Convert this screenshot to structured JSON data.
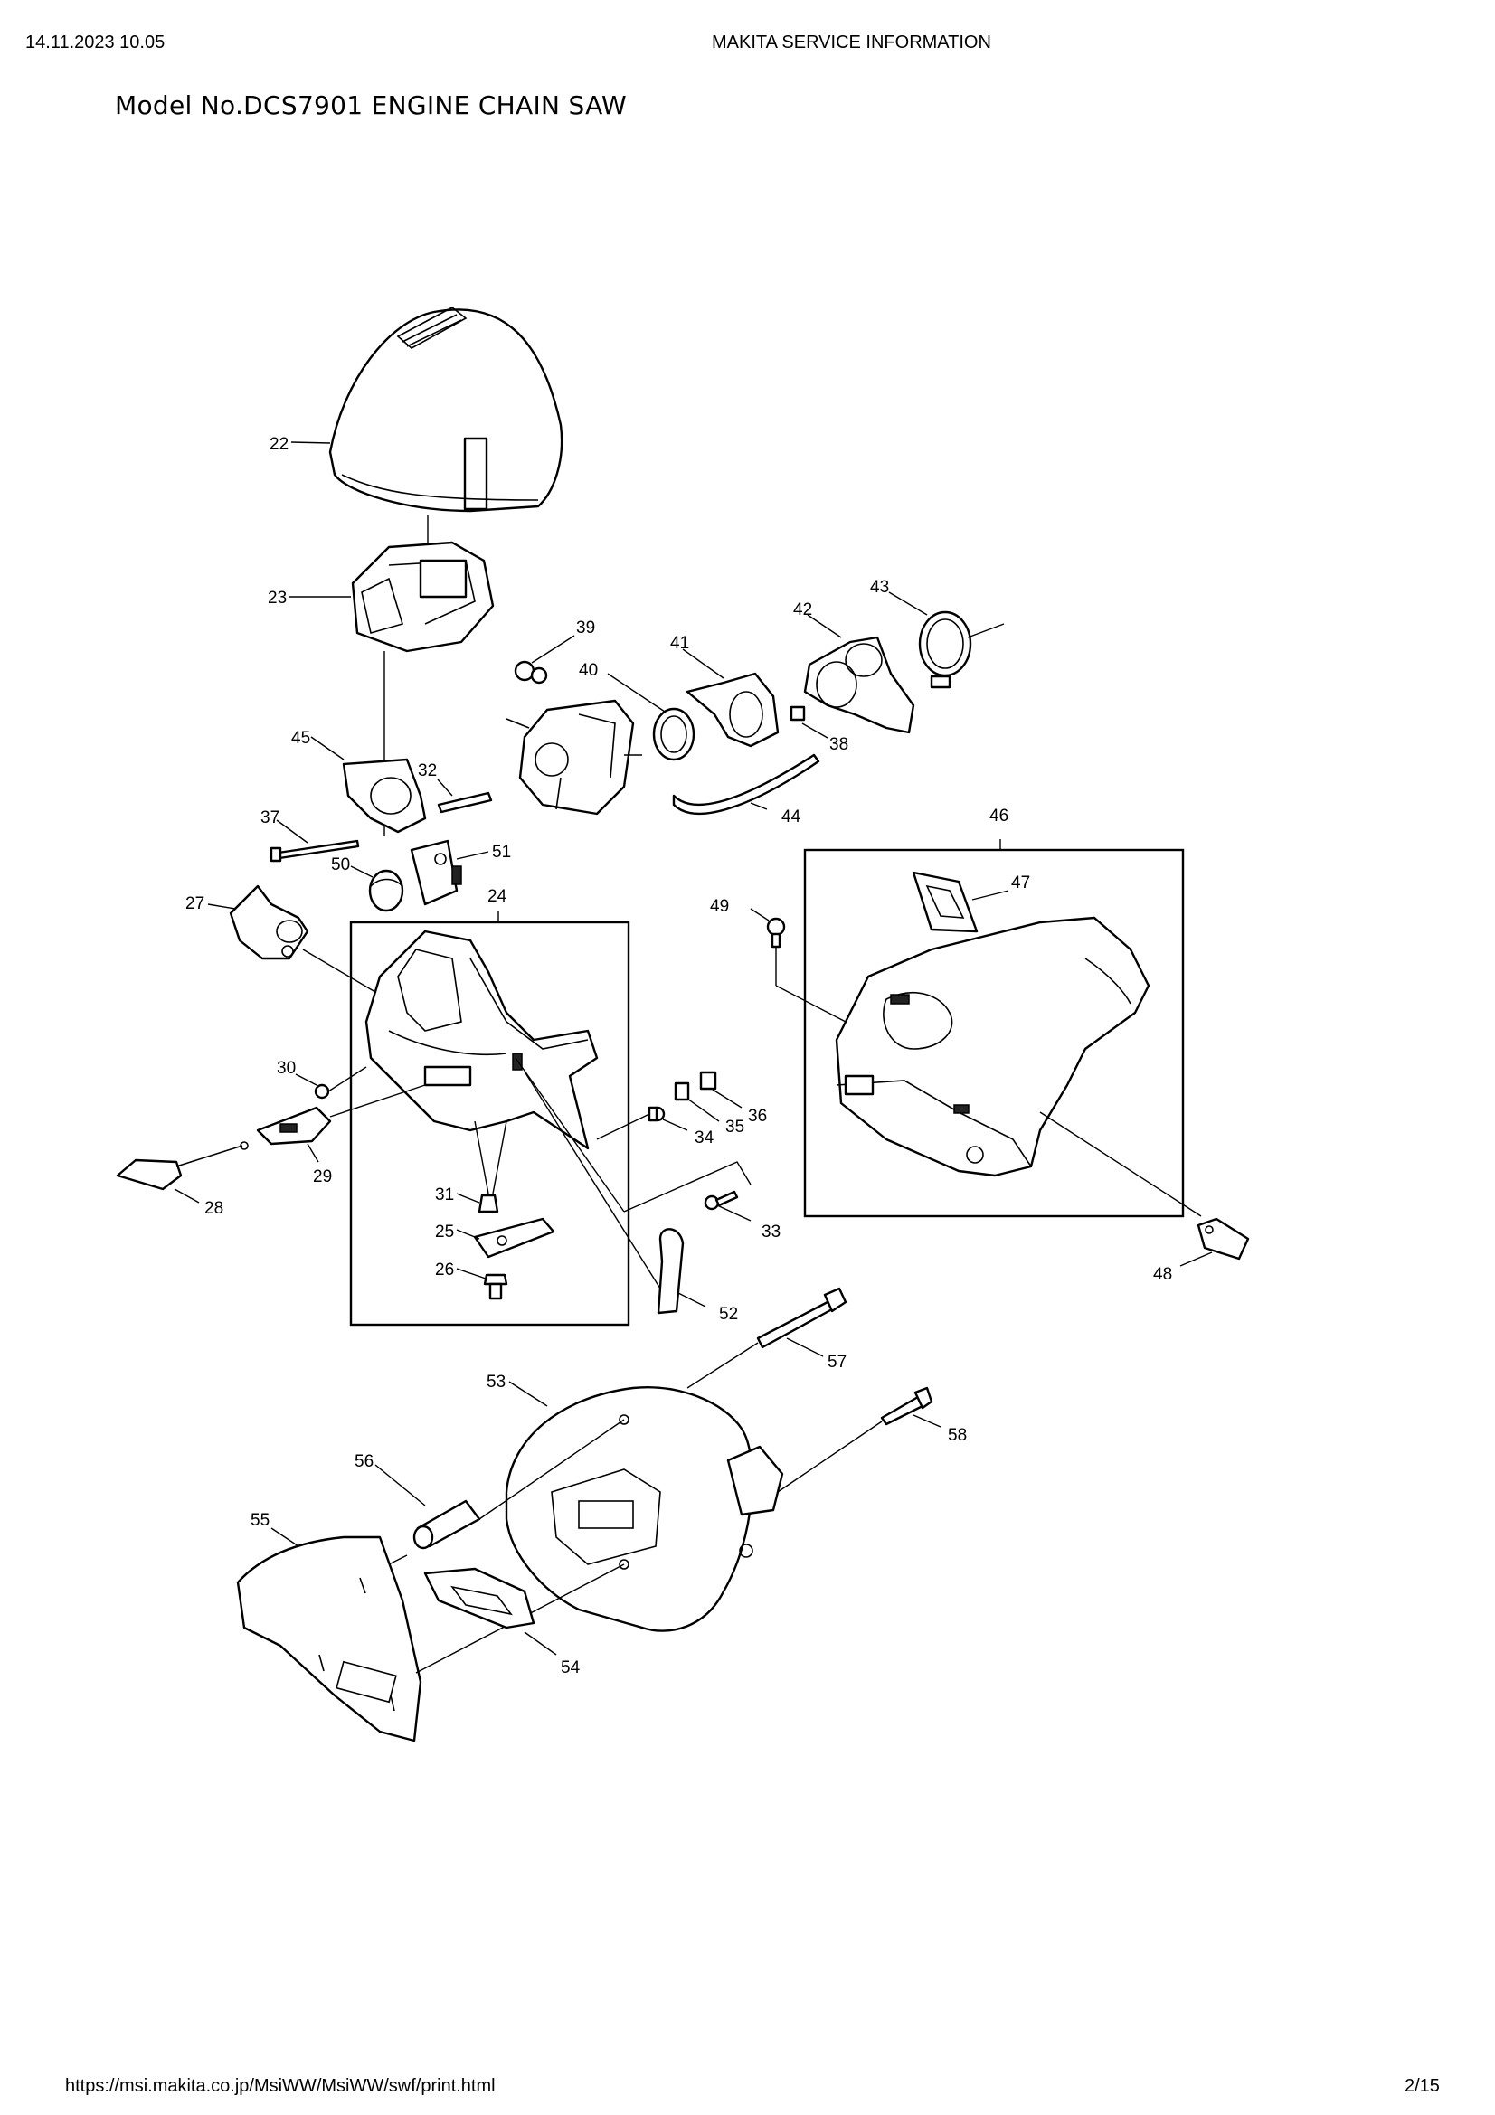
{
  "header": {
    "datetime": "14.11.2023 10.05",
    "service": "MAKITA SERVICE INFORMATION"
  },
  "title": "Model No.DCS7901 ENGINE CHAIN SAW",
  "footer": {
    "url": "https://msi.makita.co.jp/MsiWW/MsiWW/swf/print.html",
    "page": "2/15"
  },
  "callouts": {
    "n22": "22",
    "n23": "23",
    "n24": "24",
    "n25": "25",
    "n26": "26",
    "n27": "27",
    "n28": "28",
    "n29": "29",
    "n30": "30",
    "n31": "31",
    "n32": "32",
    "n33": "33",
    "n34": "34",
    "n35": "35",
    "n36": "36",
    "n37": "37",
    "n38": "38",
    "n39": "39",
    "n40": "40",
    "n41": "41",
    "n42": "42",
    "n43": "43",
    "n44": "44",
    "n45": "45",
    "n46": "46",
    "n47": "47",
    "n48": "48",
    "n49": "49",
    "n50": "50",
    "n51": "51",
    "n52": "52",
    "n53": "53",
    "n54": "54",
    "n55": "55",
    "n56": "56",
    "n57": "57",
    "n58": "58"
  }
}
